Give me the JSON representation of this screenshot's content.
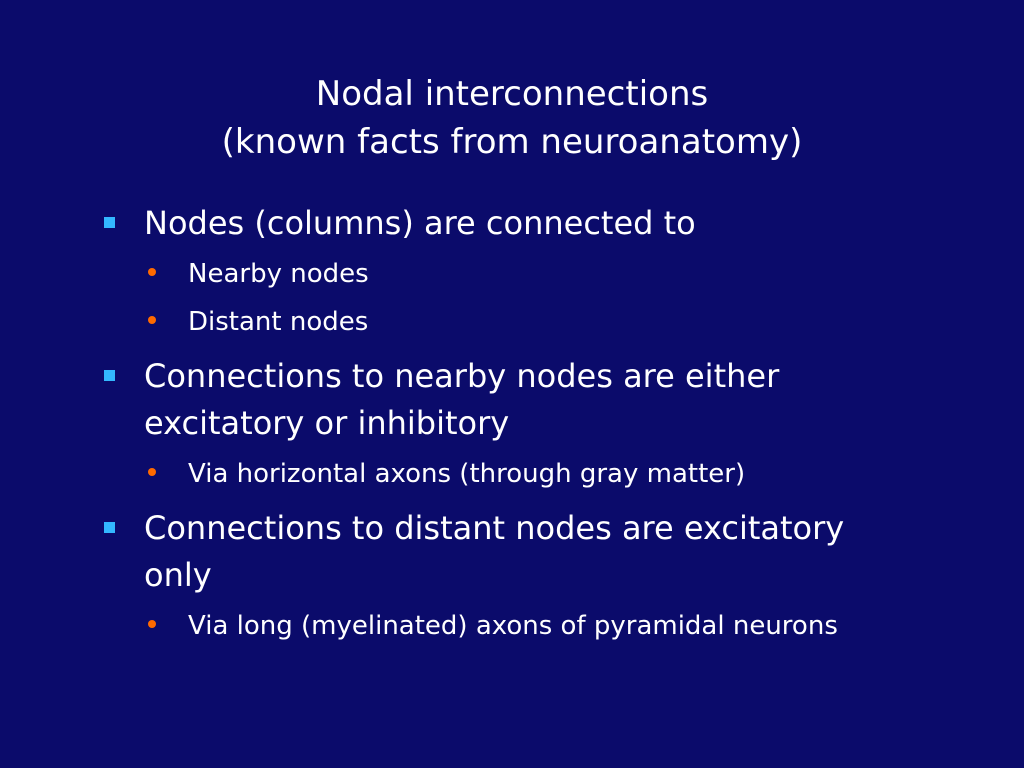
{
  "slide": {
    "title_line1": "Nodal interconnections",
    "title_line2": "(known facts from neuroanatomy)",
    "colors": {
      "background": "#0B0B6B",
      "text": "#FFFFFF",
      "level1_bullet": "#33B8FF",
      "level2_bullet": "#FF6A00"
    },
    "bullets": [
      {
        "text": "Nodes (columns) are connected to",
        "sub": [
          "Nearby nodes",
          "Distant nodes"
        ]
      },
      {
        "text": "Connections to nearby nodes are either excitatory or inhibitory",
        "sub": [
          "Via horizontal axons (through gray matter)"
        ]
      },
      {
        "text": "Connections to distant nodes are excitatory only",
        "sub": [
          "Via long (myelinated) axons of pyramidal neurons"
        ]
      }
    ]
  }
}
